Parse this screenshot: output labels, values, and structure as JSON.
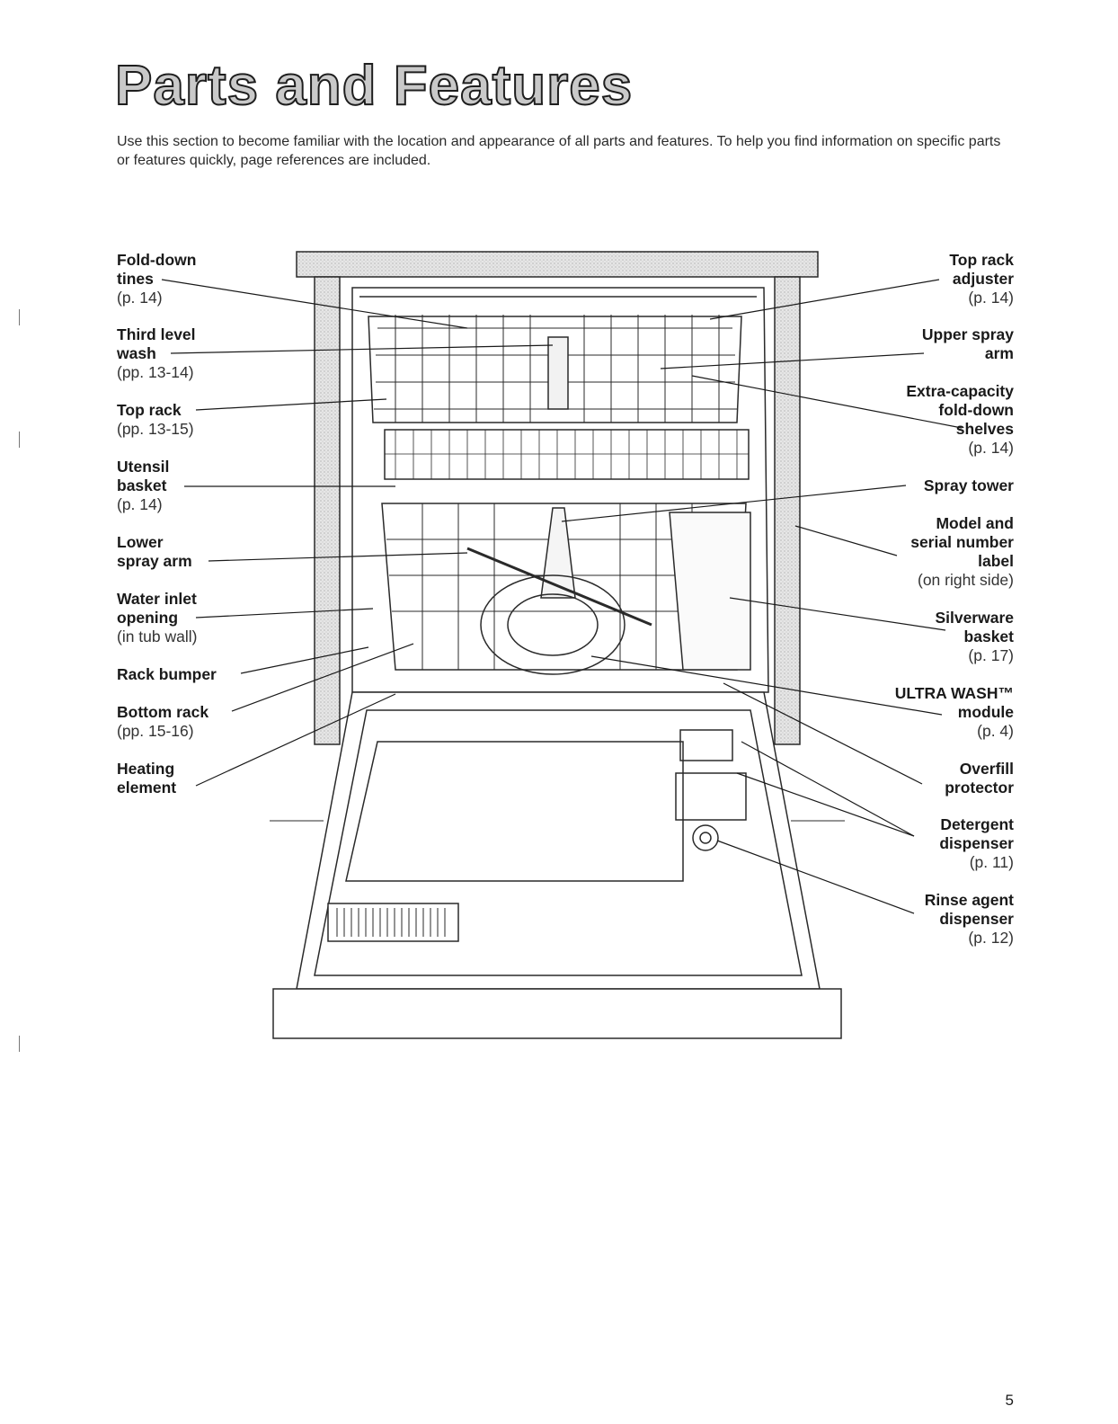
{
  "header": {
    "title": "Parts and Features"
  },
  "intro": "Use this section to become familiar with the location and appearance of all parts and features. To help you find information on specific parts or features quickly, page references are included.",
  "callouts_left": [
    {
      "name": "Fold-down tines",
      "ref": "(p. 14)"
    },
    {
      "name": "Third level wash",
      "ref": "(pp. 13-14)"
    },
    {
      "name": "Top rack",
      "ref": "(pp. 13-15)"
    },
    {
      "name": "Utensil basket",
      "ref": "(p. 14)"
    },
    {
      "name": "Lower spray arm",
      "ref": ""
    },
    {
      "name": "Water inlet opening",
      "ref": "(in tub wall)"
    },
    {
      "name": "Rack bumper",
      "ref": ""
    },
    {
      "name": "Bottom rack",
      "ref": "(pp. 15-16)"
    },
    {
      "name": "Heating element",
      "ref": ""
    }
  ],
  "callouts_right": [
    {
      "name": "Top rack adjuster",
      "ref": "(p. 14)"
    },
    {
      "name": "Upper spray arm",
      "ref": ""
    },
    {
      "name": "Extra-capacity fold-down shelves",
      "ref": "(p. 14)"
    },
    {
      "name": "Spray tower",
      "ref": ""
    },
    {
      "name": "Model and serial number label",
      "ref": "(on right side)"
    },
    {
      "name": "Silverware basket",
      "ref": "(p. 17)"
    },
    {
      "name": "ULTRA WASH™ module",
      "ref": "(p. 4)"
    },
    {
      "name": "Overfill protector",
      "ref": ""
    },
    {
      "name": "Detergent dispenser",
      "ref": "(p. 11)"
    },
    {
      "name": "Rinse agent dispenser",
      "ref": "(p. 12)"
    }
  ],
  "page_number": "5"
}
